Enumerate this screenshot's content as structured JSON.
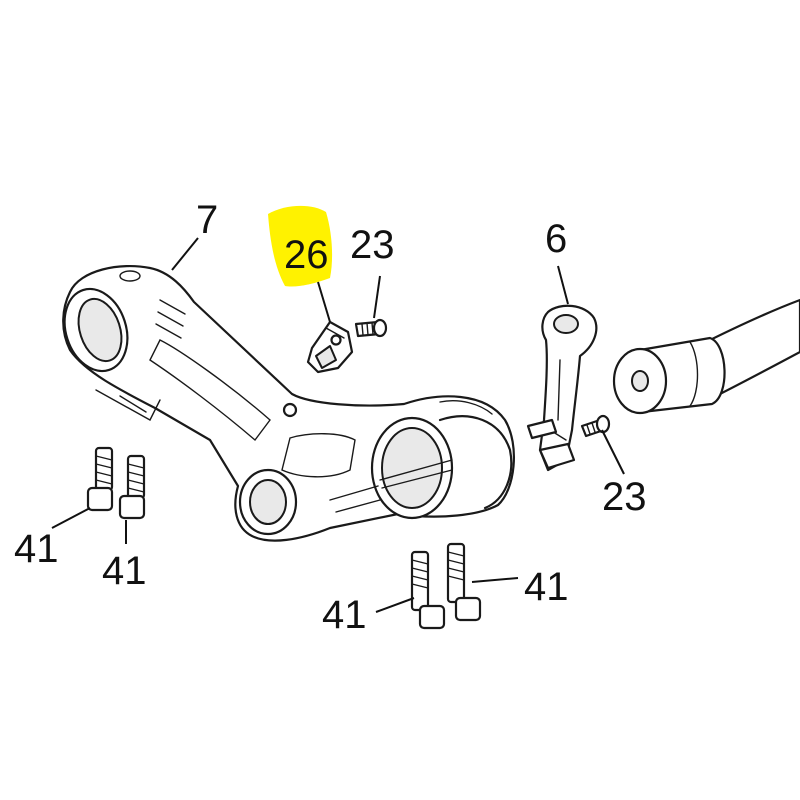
{
  "callouts": {
    "c7": "7",
    "c26": "26",
    "c23_top": "23",
    "c6": "6",
    "c23_right": "23",
    "c41_left_a": "41",
    "c41_left_b": "41",
    "c41_bottom_a": "41",
    "c41_bottom_b": "41"
  },
  "colors": {
    "highlight": "#fff200",
    "line": "#1a1a1a"
  }
}
